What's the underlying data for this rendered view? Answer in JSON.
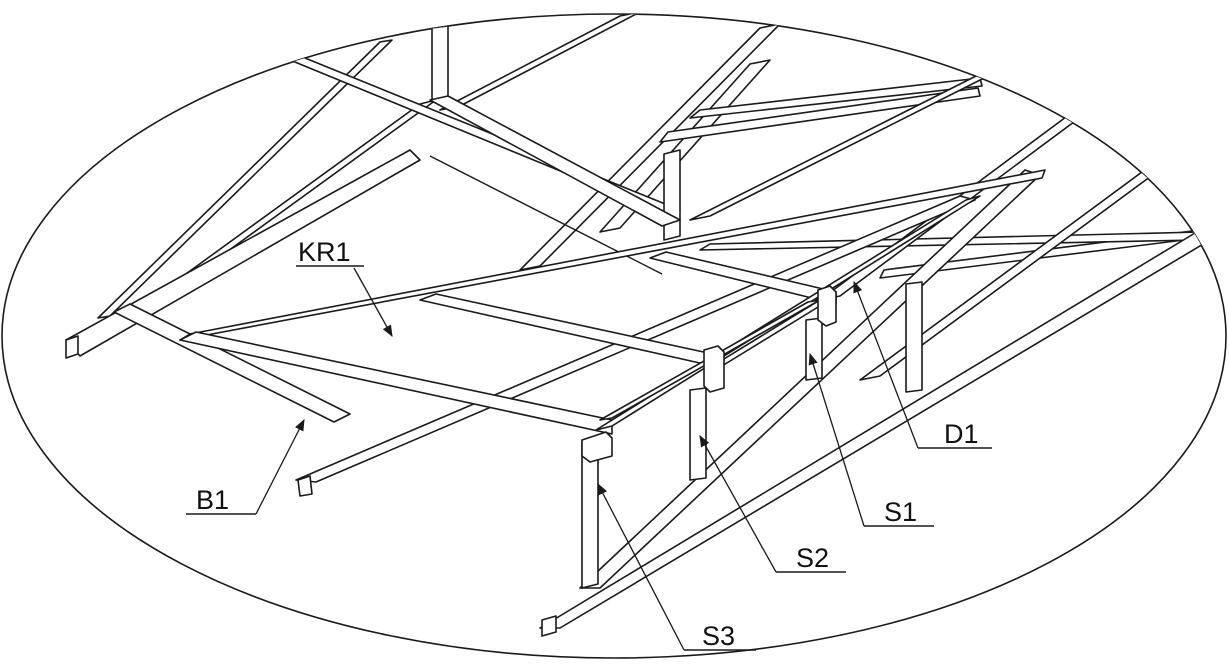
{
  "labels": {
    "kr1": "KR1",
    "b1": "B1",
    "d1": "D1",
    "s1": "S1",
    "s2": "S2",
    "s3": "S3"
  },
  "colors": {
    "line": "#1a1a1a",
    "background": "#ffffff"
  }
}
